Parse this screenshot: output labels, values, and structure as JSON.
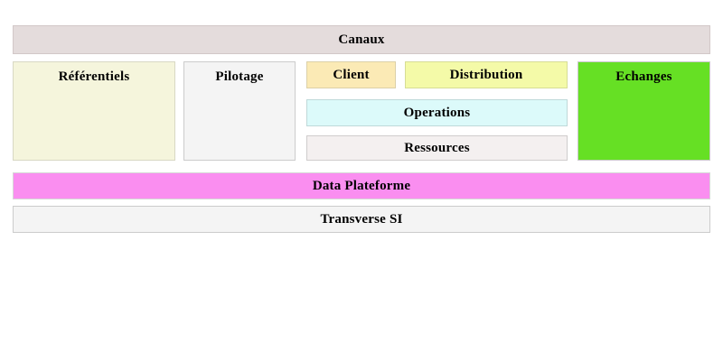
{
  "diagram": {
    "title": "Canaux",
    "background_color": "#ffffff",
    "header": {
      "label": "Canaux",
      "color": "#e4dcdc"
    },
    "columns": [
      {
        "name": "referentiels",
        "label": "Référentiels",
        "color": "#f5f5dc"
      },
      {
        "name": "pilotage",
        "label": "Pilotage",
        "color": "#f4f4f4"
      },
      {
        "name": "echanges",
        "label": "Echanges",
        "color": "#66e024"
      }
    ],
    "center_blocks": [
      {
        "name": "client",
        "label": "Client",
        "color": "#fbeab5"
      },
      {
        "name": "distribution",
        "label": "Distribution",
        "color": "#f4faa8"
      },
      {
        "name": "operations",
        "label": "Operations",
        "color": "#dcfafa"
      },
      {
        "name": "ressources",
        "label": "Ressources",
        "color": "#f4f0f0"
      }
    ],
    "footers": [
      {
        "name": "data-plateforme",
        "label": "Data Plateforme",
        "color": "#fa8ef0"
      },
      {
        "name": "transverse-si",
        "label": "Transverse SI",
        "color": "#f4f4f4"
      }
    ]
  }
}
